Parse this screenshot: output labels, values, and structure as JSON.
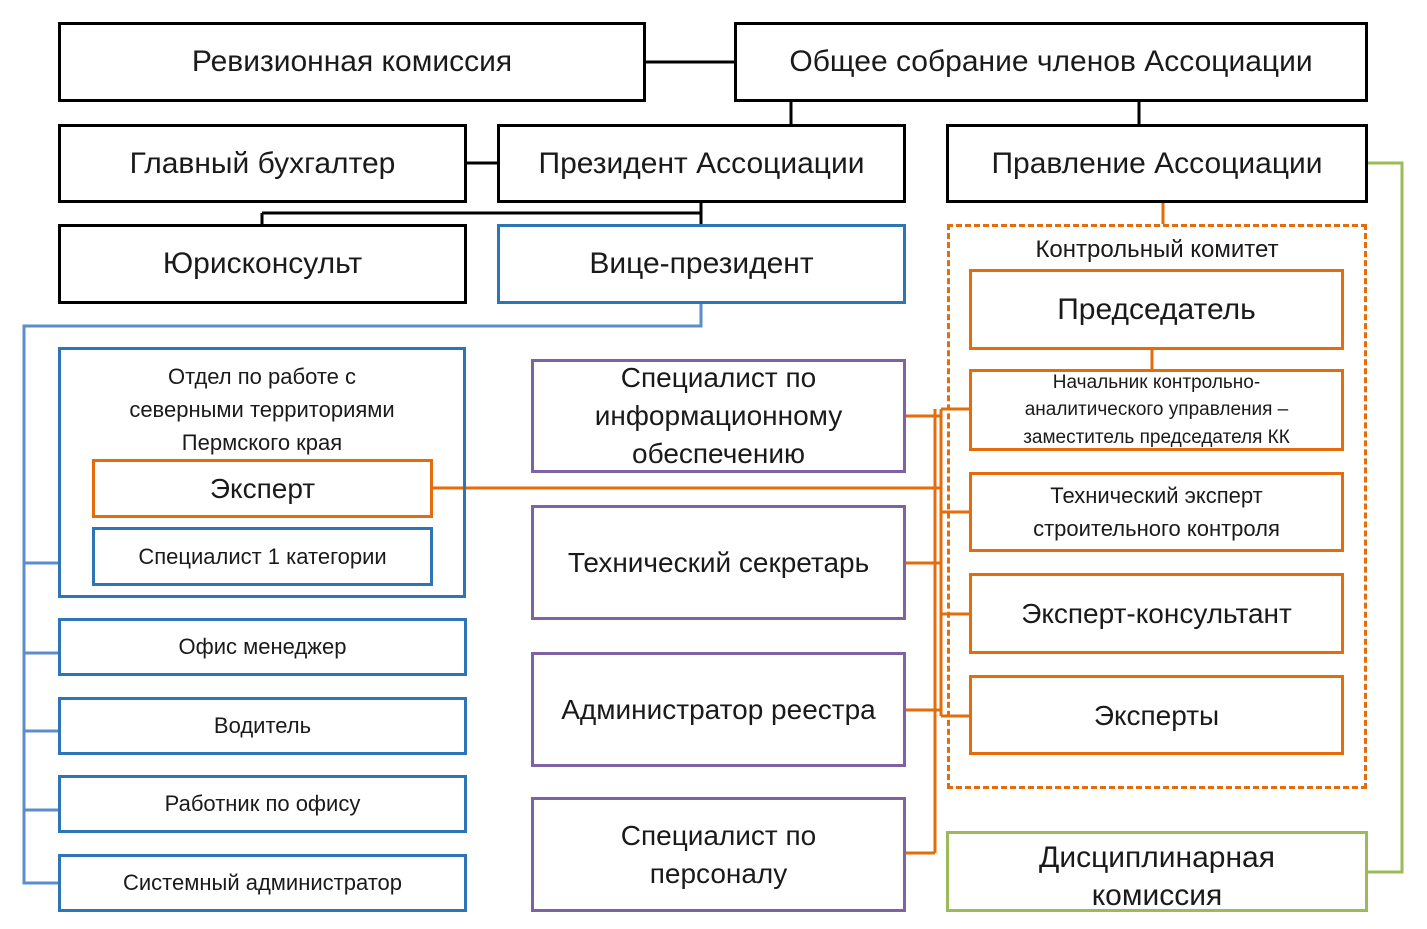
{
  "colors": {
    "black": "#000000",
    "blue": "#2e75b6",
    "orange": "#e46c0a",
    "purple": "#7f62a5",
    "green": "#9bbb59"
  },
  "nodes": {
    "revision": "Ревизионная комиссия",
    "general_meeting": "Общее собрание членов Ассоциации",
    "chief_accountant": "Главный бухгалтер",
    "president": "Президент Ассоциации",
    "board": "Правление Ассоциации",
    "legal": "Юрисконсульт",
    "vice_president": "Вице-президент",
    "north_dept": {
      "title_lines": [
        "Отдел по работе с",
        "северными территориями",
        "Пермского края"
      ],
      "expert": "Эксперт",
      "specialist": "Специалист 1 категории"
    },
    "office_manager": "Офис менеджер",
    "driver": "Водитель",
    "office_worker": "Работник по офису",
    "sysadmin": "Системный администратор",
    "info_specialist": [
      "Специалист по",
      "информационному",
      "обеспечению"
    ],
    "tech_secretary": "Технический секретарь",
    "registry_admin": "Администратор реестра",
    "hr_specialist": [
      "Специалист по",
      "персоналу"
    ],
    "control_committee": {
      "title": "Контрольный комитет",
      "chairman": "Председатель",
      "head": [
        "Начальник контрольно-",
        "аналитического управления –",
        "заместитель председателя КК"
      ],
      "tech_expert": [
        "Технический эксперт",
        "строительного контроля"
      ],
      "consultant": "Эксперт-консультант",
      "experts": "Эксперты"
    },
    "disciplinary": [
      "Дисциплинарная",
      "комиссия"
    ]
  }
}
